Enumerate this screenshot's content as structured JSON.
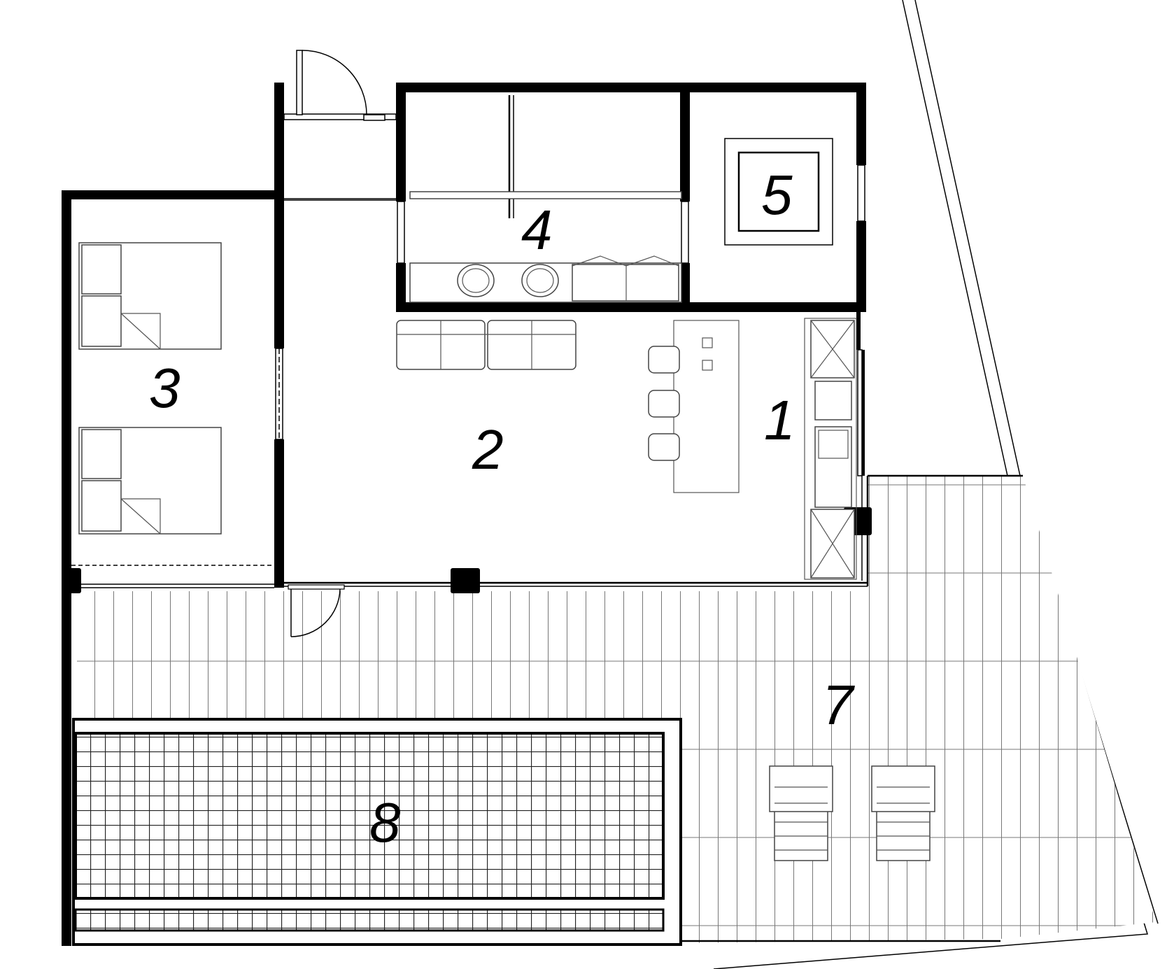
{
  "plan": {
    "rooms": [
      {
        "id": "kitchen",
        "number": "1"
      },
      {
        "id": "living",
        "number": "2"
      },
      {
        "id": "bedroom",
        "number": "3"
      },
      {
        "id": "bathroom",
        "number": "4"
      },
      {
        "id": "room5",
        "number": "5"
      },
      {
        "id": "deck",
        "number": "7"
      },
      {
        "id": "pool",
        "number": "8"
      }
    ],
    "colors": {
      "wall": "#000000",
      "line": "#444444",
      "background": "#ffffff"
    }
  }
}
